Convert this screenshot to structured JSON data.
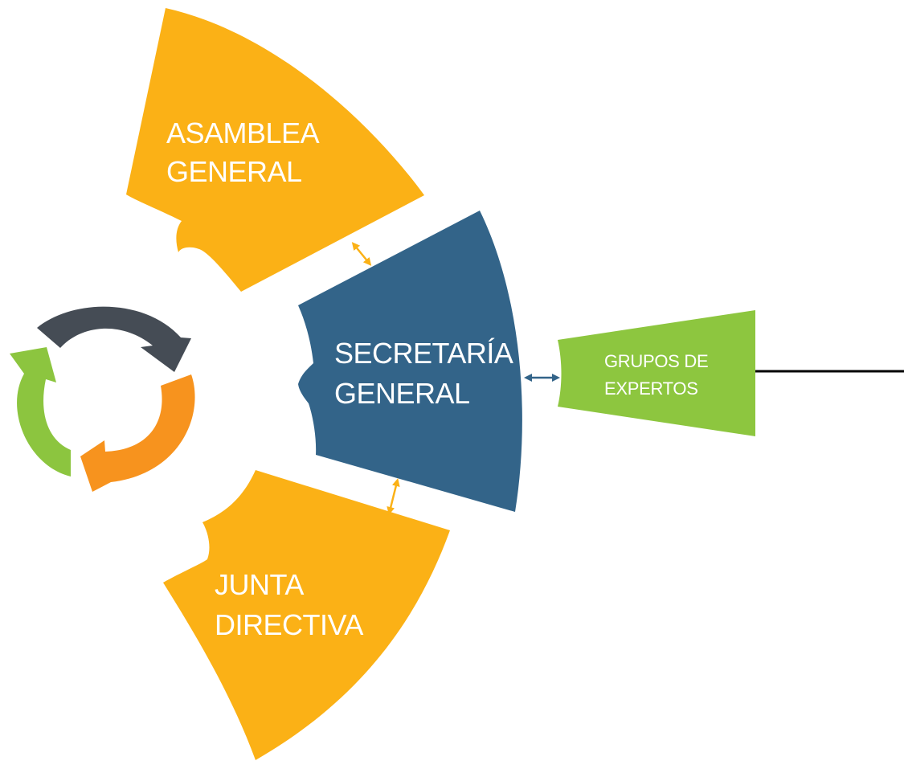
{
  "diagram": {
    "nodes": {
      "asamblea": {
        "line1": "ASAMBLEA",
        "line2": "GENERAL"
      },
      "secretaria": {
        "line1": "SECRETARÍA",
        "line2": "GENERAL"
      },
      "junta": {
        "line1": "JUNTA",
        "line2": "DIRECTIVA"
      },
      "grupos": {
        "line1": "GRUPOS DE",
        "line2": "EXPERTOS"
      }
    },
    "colors": {
      "orange_yellow": "#FBB116",
      "blue": "#336489",
      "green": "#8DC63F",
      "dark_gray": "#454C55",
      "orange": "#F7931E",
      "cycle_green": "#8CC53F",
      "line": "#000000"
    },
    "icons": [
      "cycle-icon",
      "double-arrow-icon"
    ]
  }
}
